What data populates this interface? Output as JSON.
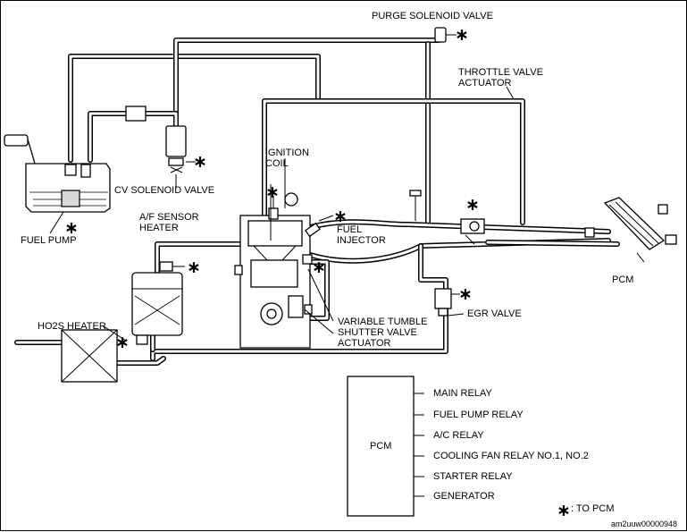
{
  "labels": {
    "purge_solenoid_valve": "PURGE SOLENOID VALVE",
    "throttle_valve_actuator": "THROTTLE VALVE\nACTUATOR",
    "ignition_coil": "IGNITION\nCOIL",
    "fuel_injector": "FUEL\nINJECTOR",
    "cv_solenoid_valve": "CV SOLENOID VALVE",
    "fuel_pump": "FUEL PUMP",
    "af_sensor_heater": "A/F SENSOR\nHEATER",
    "pcm_top": "PCM",
    "egr_valve": "EGR VALVE",
    "variable_tumble": "VARIABLE TUMBLE\nSHUTTER VALVE\nACTUATOR",
    "ho2s_heater": "HO2S HEATER"
  },
  "star_symbol": "∗",
  "pcm_box": {
    "title": "PCM",
    "outputs": [
      "MAIN RELAY",
      "FUEL PUMP RELAY",
      "A/C RELAY",
      "COOLING FAN RELAY NO.1, NO.2",
      "STARTER RELAY",
      "GENERATOR"
    ]
  },
  "legend": {
    "star": "∗",
    "text": ": TO PCM"
  },
  "image_code": "am2uuw00000948"
}
